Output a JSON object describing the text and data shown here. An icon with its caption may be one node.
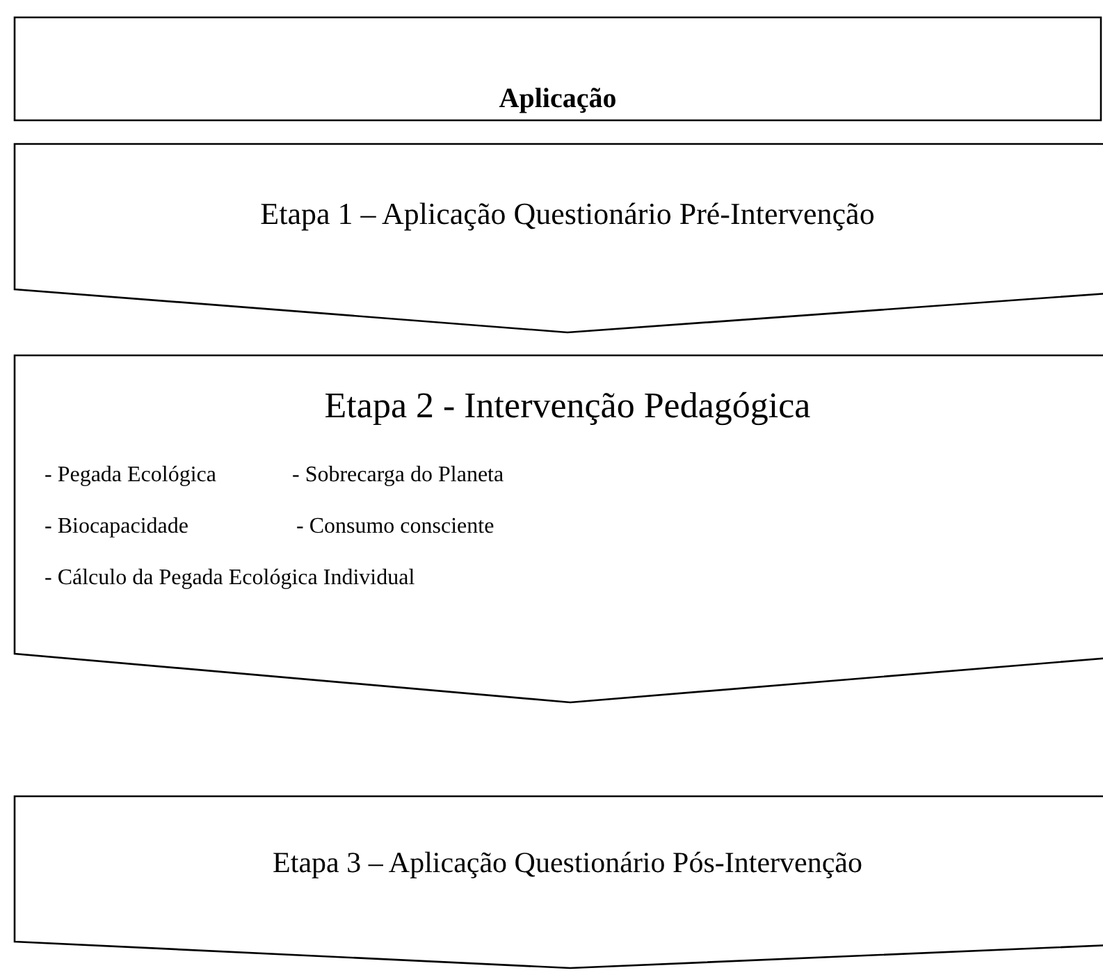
{
  "diagram": {
    "nodes": [
      {
        "text": [
          "Aplicação"
        ]
      },
      {
        "text": [
          "Etapa 1 – Aplicação Questionário Pré-Intervenção"
        ]
      },
      {
        "text": [
          "Etapa 2 - Intervenção Pedagógica",
          "- Pegada Ecológica",
          "- Sobrecarga do Planeta",
          "- Biocapacidade",
          "- Consumo consciente",
          "- Cálculo da Pegada Ecológica Individual"
        ]
      },
      {
        "text": [
          "Etapa 3 – Aplicação Questionário Pós-Intervenção"
        ]
      }
    ]
  }
}
